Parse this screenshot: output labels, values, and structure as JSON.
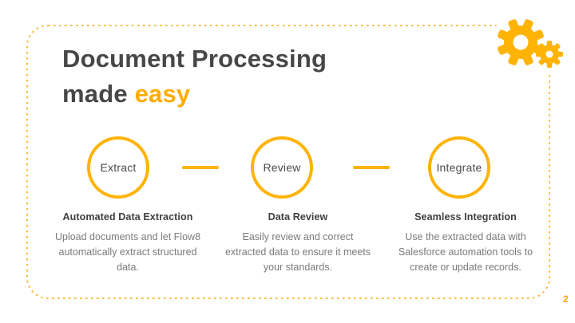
{
  "slide": {
    "title": {
      "line1": "Document Processing",
      "line2_dark": "made ",
      "line2_accent": "easy"
    },
    "steps": [
      {
        "circle_label": "Extract",
        "heading": "Automated Data Extraction",
        "description": "Upload documents and let Flow8 automatically extract structured data."
      },
      {
        "circle_label": "Review",
        "heading": "Data Review",
        "description": "Easily review and correct extracted data to ensure it meets your standards."
      },
      {
        "circle_label": "Integrate",
        "heading": "Seamless Integration",
        "description": "Use the extracted data with Salesforce automation tools to create or update records."
      }
    ],
    "page_number": "2",
    "icons": [
      "gear-large-icon",
      "gear-small-icon"
    ],
    "colors": {
      "accent": "#FFB305",
      "accent_text": "#FFAC00",
      "border_dots": "#F9BB3B",
      "title_dark": "#474747",
      "heading_dark": "#3E3E3E",
      "body_gray": "#7A7A7A",
      "background": "#FFFFFF"
    }
  }
}
